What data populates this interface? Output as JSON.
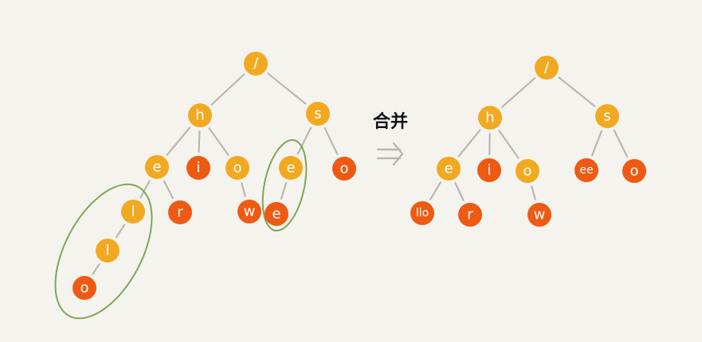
{
  "merge_label": "合并",
  "colors": {
    "inner": "#f2a922",
    "leaf": "#ee5a14",
    "edge": "#b9b7b2",
    "highlight": "#7fa556",
    "background": "#f5f3ee"
  },
  "left_tree": {
    "root": "/",
    "nodes": [
      {
        "id": "L_root",
        "label": "/",
        "kind": "inner"
      },
      {
        "id": "L_h",
        "label": "h",
        "kind": "inner"
      },
      {
        "id": "L_s",
        "label": "s",
        "kind": "inner"
      },
      {
        "id": "L_e1",
        "label": "e",
        "kind": "inner"
      },
      {
        "id": "L_i",
        "label": "i",
        "kind": "leaf"
      },
      {
        "id": "L_o1",
        "label": "o",
        "kind": "inner"
      },
      {
        "id": "L_e2",
        "label": "e",
        "kind": "inner"
      },
      {
        "id": "L_o2",
        "label": "o",
        "kind": "leaf"
      },
      {
        "id": "L_l1",
        "label": "l",
        "kind": "inner"
      },
      {
        "id": "L_r",
        "label": "r",
        "kind": "leaf"
      },
      {
        "id": "L_w",
        "label": "w",
        "kind": "leaf"
      },
      {
        "id": "L_e3",
        "label": "e",
        "kind": "leaf"
      },
      {
        "id": "L_l2",
        "label": "l",
        "kind": "inner"
      },
      {
        "id": "L_o3",
        "label": "o",
        "kind": "leaf"
      }
    ],
    "edges": [
      [
        "L_root",
        "L_h"
      ],
      [
        "L_root",
        "L_s"
      ],
      [
        "L_h",
        "L_e1"
      ],
      [
        "L_h",
        "L_i"
      ],
      [
        "L_h",
        "L_o1"
      ],
      [
        "L_s",
        "L_e2"
      ],
      [
        "L_s",
        "L_o2"
      ],
      [
        "L_e1",
        "L_l1"
      ],
      [
        "L_e1",
        "L_r"
      ],
      [
        "L_o1",
        "L_w"
      ],
      [
        "L_e2",
        "L_e3"
      ],
      [
        "L_l1",
        "L_l2"
      ],
      [
        "L_l2",
        "L_o3"
      ]
    ]
  },
  "right_tree": {
    "root": "/",
    "nodes": [
      {
        "id": "R_root",
        "label": "/",
        "kind": "inner"
      },
      {
        "id": "R_h",
        "label": "h",
        "kind": "inner"
      },
      {
        "id": "R_s",
        "label": "s",
        "kind": "inner"
      },
      {
        "id": "R_e",
        "label": "e",
        "kind": "inner"
      },
      {
        "id": "R_i",
        "label": "i",
        "kind": "leaf"
      },
      {
        "id": "R_o1",
        "label": "o",
        "kind": "inner"
      },
      {
        "id": "R_ee",
        "label": "ee",
        "kind": "leaf"
      },
      {
        "id": "R_o2",
        "label": "o",
        "kind": "leaf"
      },
      {
        "id": "R_llo",
        "label": "llo",
        "kind": "leaf"
      },
      {
        "id": "R_r",
        "label": "r",
        "kind": "leaf"
      },
      {
        "id": "R_w",
        "label": "w",
        "kind": "leaf"
      }
    ],
    "edges": [
      [
        "R_root",
        "R_h"
      ],
      [
        "R_root",
        "R_s"
      ],
      [
        "R_h",
        "R_e"
      ],
      [
        "R_h",
        "R_i"
      ],
      [
        "R_h",
        "R_o1"
      ],
      [
        "R_s",
        "R_ee"
      ],
      [
        "R_s",
        "R_o2"
      ],
      [
        "R_e",
        "R_llo"
      ],
      [
        "R_e",
        "R_r"
      ],
      [
        "R_o1",
        "R_w"
      ]
    ]
  }
}
